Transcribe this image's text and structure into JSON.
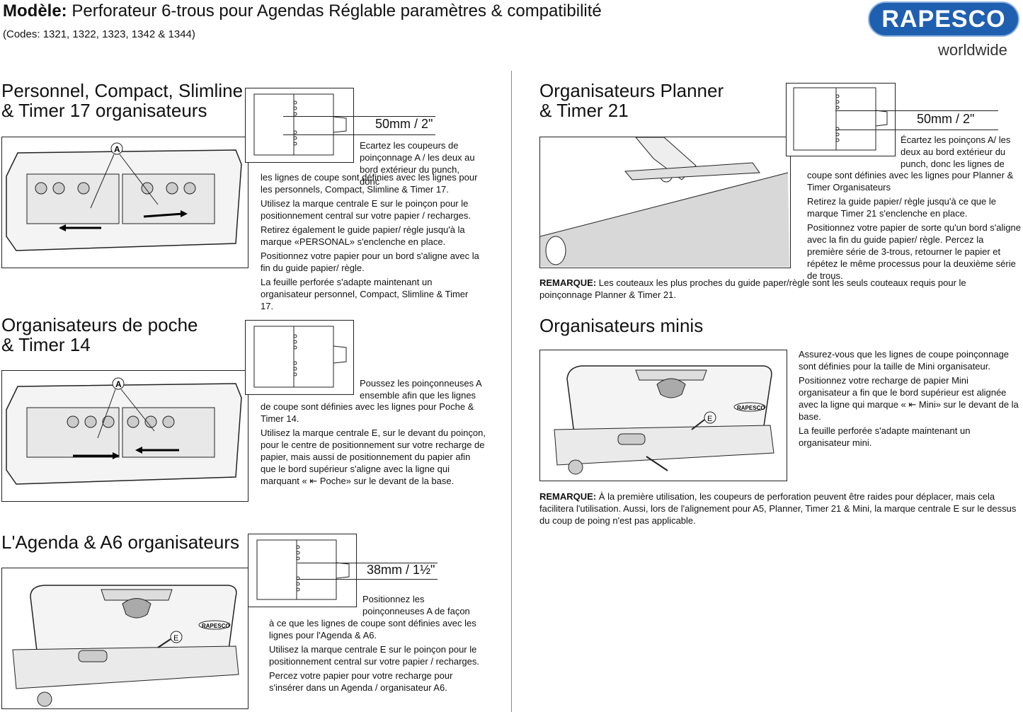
{
  "header": {
    "title_bold": "Modèle:",
    "title_rest": " Perforateur 6-trous pour Agendas Réglable paramètres & compatibilité",
    "codes": "(Codes: 1321, 1322, 1323, 1342 & 1344)",
    "logo": "RAPESCO",
    "logo_sub": "worldwide"
  },
  "sec1": {
    "heading_1": "Personnel, Compact, Slimline",
    "heading_2": "& Timer 17 organisateurs",
    "dimension": "50mm / 2\"",
    "label_a": "A",
    "text_top": "Ecartez les coupeurs de poinçonnage A / les deux au bord extérieur du punch, donc",
    "paragraphs": [
      "les lignes de coupe sont définies avec les lignes pour les personnels, Compact, Slimline & Timer 17.",
      "Utilisez la marque centrale E sur le poinçon pour le positionnement central sur votre papier / recharges.",
      "Retirez également le guide papier/ règle jusqu'à la marque «PERSONAL» s'enclenche en place.",
      "Positionnez votre papier pour un bord s'aligne avec la fin du guide papier/ règle.",
      "La feuille perforée s'adapte maintenant un organisateur personnel, Compact, Slimline & Timer 17."
    ]
  },
  "sec2": {
    "heading_1": "Organisateurs de poche",
    "heading_2": "& Timer 14",
    "label_a": "A",
    "text_top": "Poussez les poinçonneuses A ensemble afin que les lignes",
    "paragraphs": [
      "de coupe sont définies avec les lignes pour Poche & Timer 14.",
      "Utilisez la marque centrale E, sur le devant du poinçon, pour le centre de positionnement sur votre recharge de papier, mais aussi de positionnement du papier afin que le bord supérieur s'aligne avec la ligne qui marquant « ⇤ Poche» sur le devant de la base."
    ]
  },
  "sec3": {
    "heading": "L'Agenda & A6 organisateurs",
    "dimension": "38mm / 1½\"",
    "label_e": "E",
    "brand": "RAPESCO",
    "text_top": "Positionnez les poinçonneuses A de façon",
    "paragraphs": [
      "à ce que les lignes de coupe sont définies avec les lignes pour l'Agenda & A6.",
      "Utilisez la marque centrale E sur le poinçon pour le positionnement central sur votre papier / recharges.",
      "Percez votre papier pour votre recharge pour s'insérer dans un Agenda / organisateur A6."
    ]
  },
  "sec4": {
    "heading_1": "Organisateurs Planner",
    "heading_2": "& Timer 21",
    "dimension": "50mm / 2\"",
    "text_top": "Écartez les poinçons A/ les deux au bord extérieur du punch, donc les lignes de",
    "paragraphs": [
      "coupe sont définies avec les lignes pour Planner & Timer Organisateurs",
      "Retirez la guide papier/ règle jusqu'à ce que le marque Timer 21 s'enclenche en place.",
      "Positionnez votre papier de sorte qu'un bord s'aligne avec la fin du guide papier/ règle.  Percez la  première série de 3-trous, retourner le papier et répétez le même processus pour la deuxième série de trous."
    ],
    "note_label": "REMARQUE:",
    "note_text": " Les couteaux les plus proches du guide paper/règle sont les seuls couteaux requis pour le poinçonnage Planner & Timer 21."
  },
  "sec5": {
    "heading": "Organisateurs minis",
    "label_e": "E",
    "brand": "RAPESCO",
    "paragraphs": [
      "Assurez-vous que les lignes de coupe poinçonnage sont définies pour la taille de Mini organisateur.",
      "Positionnez votre recharge de papier Mini organisateur a fin que le bord supérieur est alignée avec la ligne qui marque « ⇤ Mini» sur le devant de la base.",
      "La feuille perforée s'adapte maintenant un organisateur mini."
    ],
    "note_label": "REMARQUE:",
    "note_text": " À la première utilisation, les coupeurs de perforation peuvent être raides pour déplacer, mais cela facilitera l'utilisation. Aussi, lors de l'alignement pour A5, Planner, Timer 21 & Mini, la marque centrale E sur le dessus du coup de poing n'est pas applicable."
  }
}
